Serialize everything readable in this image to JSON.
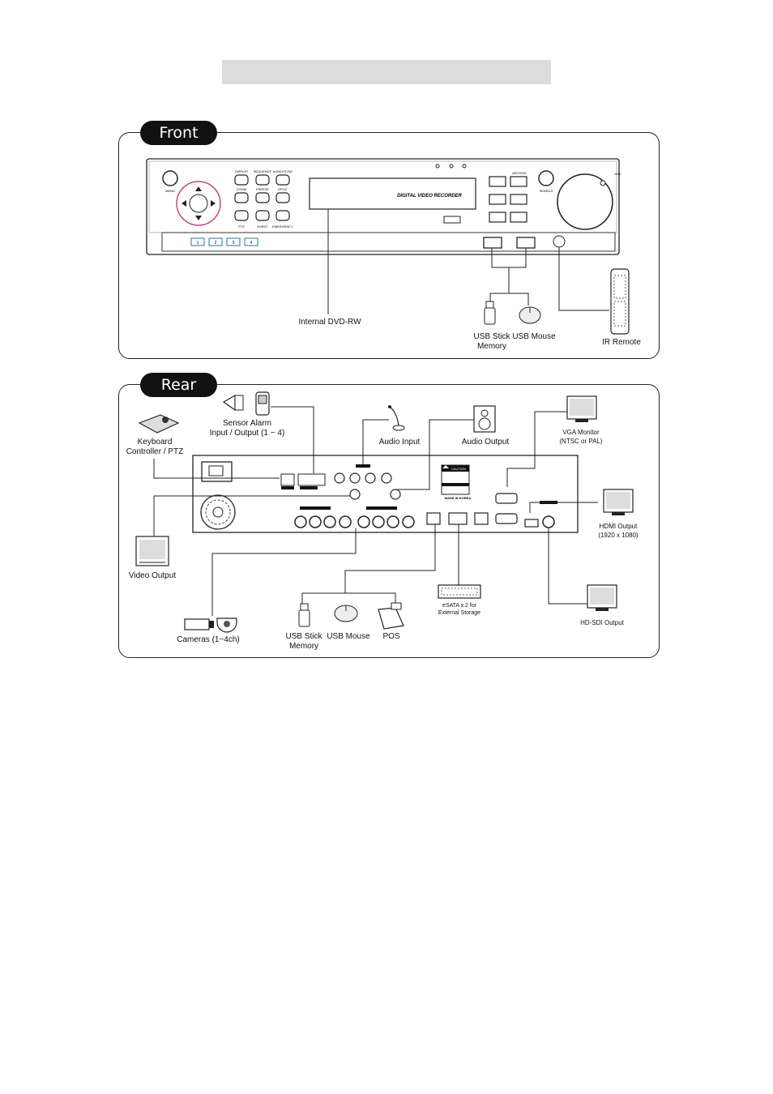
{
  "header": {
    "title_bar": ""
  },
  "front": {
    "tab_label": "Front",
    "panel_text": {
      "menu": "MENU",
      "search": "SEARCH",
      "display": "DISPLAY",
      "sequence": "SEQUENCE",
      "audio_sync": "AUDIO/SYNC",
      "zoom": "ZOOM",
      "freeze": "FREEZE",
      "epoc": "EPOC",
      "ptz": "PTZ",
      "event": "EVENT",
      "emergency": "EMERGENCY",
      "brand": "DIGITAL VIDEO RECORDER",
      "archive": "ARCHIVE",
      "jog": "JOG",
      "channels": [
        "1",
        "2",
        "3",
        "4"
      ]
    },
    "labels": {
      "dvd": "Internal DVD-RW",
      "usb_stick": [
        "USB Stick",
        "Memory"
      ],
      "usb_mouse": "USB Mouse",
      "ir_remote": "IR Remote"
    }
  },
  "rear": {
    "tab_label": "Rear",
    "panel_text": {
      "made_in": "MADE IN KOREA",
      "caution": "CAUTION"
    },
    "labels": {
      "sensor": [
        "Sensor Alarm",
        "Input / Output (1 ~ 4)"
      ],
      "keyboard": [
        "Keyboard",
        "Controller / PTZ"
      ],
      "audio_input": "Audio Input",
      "audio_output": "Audio Output",
      "vga": [
        "VGA Monitor",
        "(NTSC or PAL)"
      ],
      "hdmi": [
        "HDMI Output",
        "(1920 x 1080)"
      ],
      "video_output": "Video Output",
      "esata": [
        "eSATA x 2 for",
        "External Storage"
      ],
      "hdsdi": "HD-SDI Output",
      "cameras": "Cameras (1~4ch)",
      "usb_stick": [
        "USB Stick",
        "Memory"
      ],
      "usb_mouse": "USB Mouse",
      "pos": "POS"
    }
  }
}
